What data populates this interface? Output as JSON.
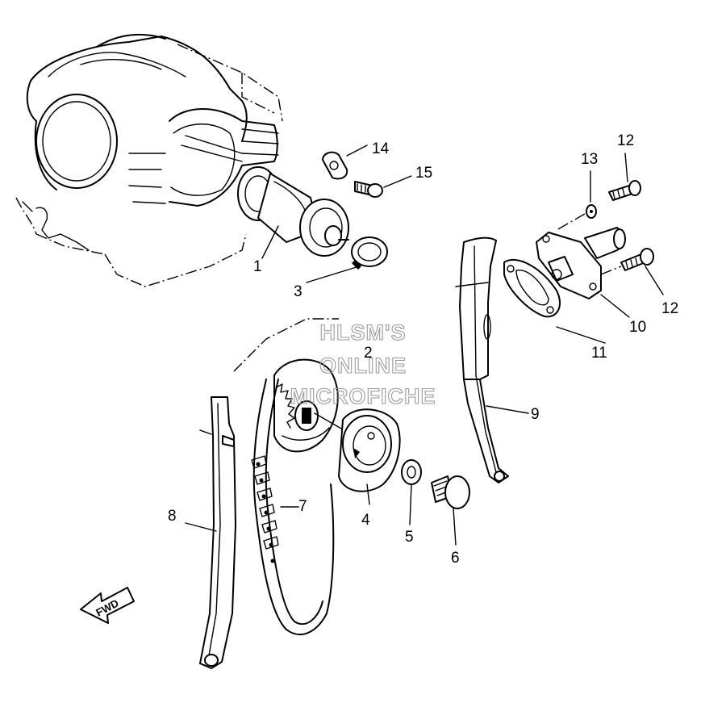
{
  "watermark": {
    "line1": "HLSM'S",
    "line2": "ONLINE",
    "line3": "MICROFICHE"
  },
  "direction_arrow": "FWD",
  "callouts": {
    "p1": "1",
    "p2": "2",
    "p3": "3",
    "p4": "4",
    "p5": "5",
    "p6": "6",
    "p7": "7",
    "p8": "8",
    "p9": "9",
    "p10": "10",
    "p11": "11",
    "p12a": "12",
    "p12b": "12",
    "p13": "13",
    "p14": "14",
    "p15": "15"
  },
  "icons": {
    "arrow": "fwd-arrow-icon"
  }
}
